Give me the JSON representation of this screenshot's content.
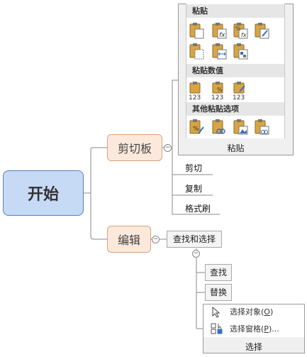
{
  "root": {
    "label": "开始"
  },
  "clipboard": {
    "label": "剪切板",
    "paste_panel": {
      "sections": [
        {
          "title": "粘贴",
          "icons": [
            "paste-icon",
            "paste-formula-icon",
            "paste-formula-number-format-icon",
            "paste-keep-source-formatting-icon",
            "paste-no-borders-icon",
            "paste-keep-column-widths-icon",
            "paste-transpose-icon"
          ]
        },
        {
          "title": "粘贴数值",
          "icons": [
            "paste-values-icon",
            "paste-values-number-format-icon",
            "paste-values-source-formatting-icon"
          ],
          "icon_text": "123"
        },
        {
          "title": "其他粘贴选项",
          "icons": [
            "paste-formatting-icon",
            "paste-link-icon",
            "paste-picture-icon",
            "paste-linked-picture-icon"
          ]
        }
      ],
      "footer": "粘贴"
    },
    "leaves": [
      "剪切",
      "复制",
      "格式刷"
    ]
  },
  "edit": {
    "label": "编辑",
    "find_select": {
      "label": "查找和选择",
      "leaves": [
        "查找",
        "替换"
      ],
      "select_menu": {
        "items": [
          {
            "label": "选择对象",
            "mnemonic": "O",
            "icon": "pointer-icon"
          },
          {
            "label": "选择窗格",
            "mnemonic": "P",
            "suffix": "...",
            "icon": "selection-pane-icon"
          }
        ],
        "footer": "选择"
      }
    }
  },
  "colors": {
    "root_fill": "#c6d9f5",
    "branch_fill": "#fde9dc",
    "arrow": "#2e7d32",
    "clipboard_gold": "#d9a441"
  }
}
